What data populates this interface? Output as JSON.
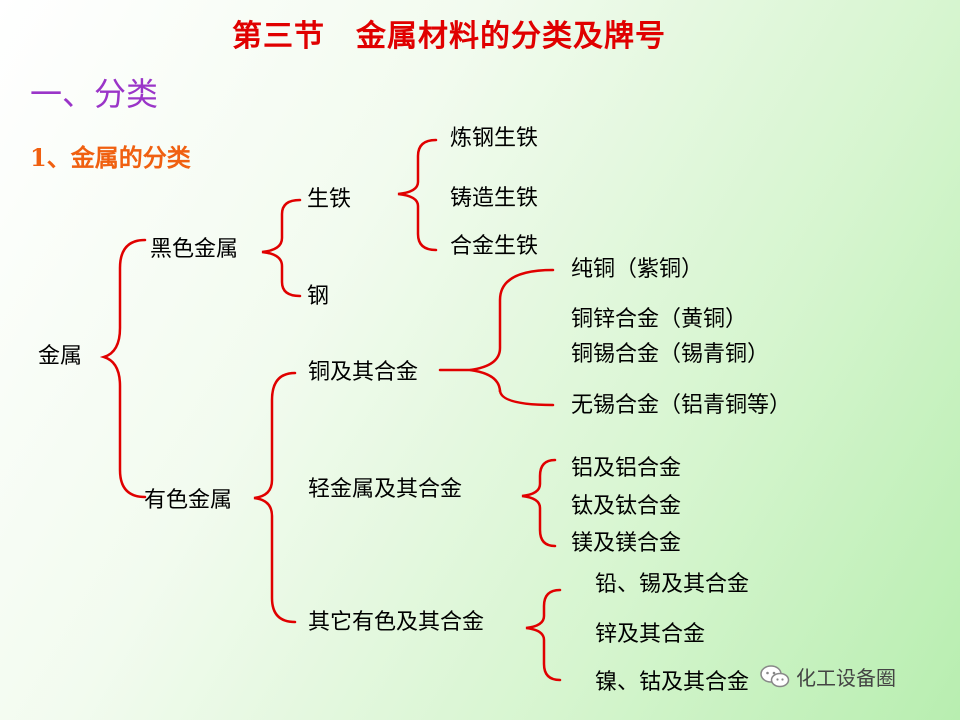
{
  "title": "第三节　金属材料的分类及牌号",
  "section": "一、分类",
  "subsection": "1、金属的分类",
  "tree": {
    "root": "金属",
    "ferrous": {
      "label": "黑色金属",
      "pig_iron": {
        "label": "生铁",
        "children": [
          "炼钢生铁",
          "铸造生铁",
          "合金生铁"
        ]
      },
      "steel": "钢"
    },
    "nonferrous": {
      "label": "有色金属",
      "copper": {
        "label": "铜及其合金",
        "children": [
          "纯铜（紫铜）",
          "铜锌合金（黄铜）",
          "铜锡合金（锡青铜）",
          "无锡合金（铝青铜等）"
        ]
      },
      "light": {
        "label": "轻金属及其合金",
        "children": [
          "铝及铝合金",
          "钛及钛合金",
          "镁及镁合金"
        ]
      },
      "other": {
        "label": "其它有色及其合金",
        "children": [
          "铅、锡及其合金",
          "锌及其合金",
          "镍、钴及其合金"
        ]
      }
    }
  },
  "watermark": {
    "text": "化工设备圈",
    "icon": "wechat-icon"
  },
  "colors": {
    "title": "#e00000",
    "section": "#9a35c8",
    "subsection": "#f06010",
    "bracket": "#e00000"
  }
}
